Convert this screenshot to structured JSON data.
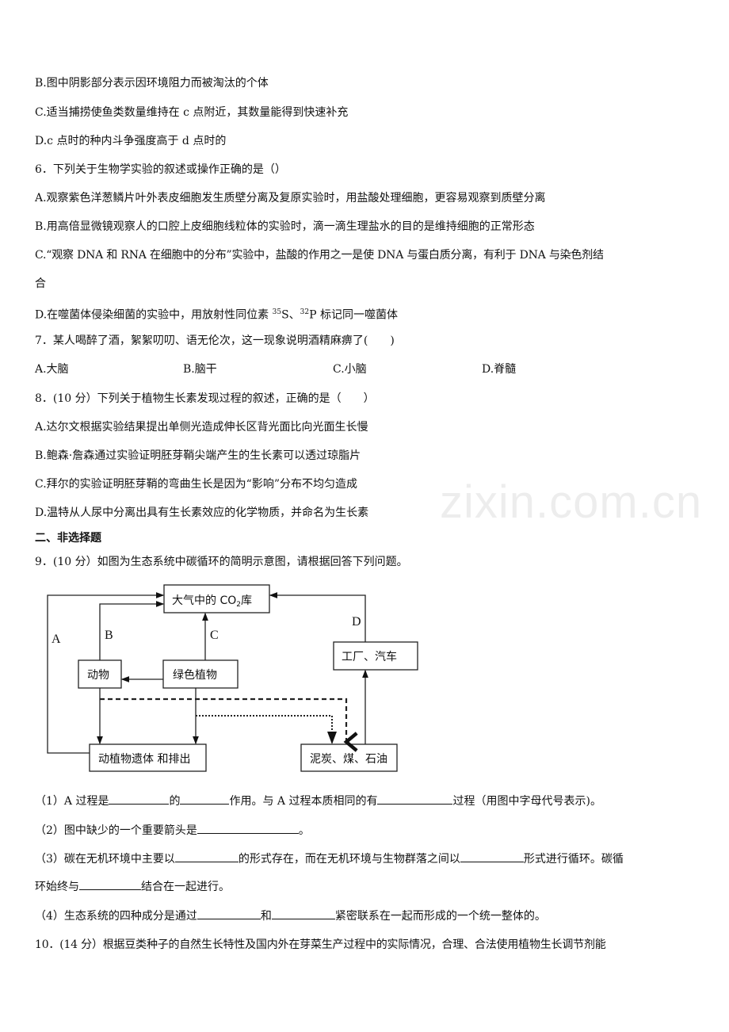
{
  "lines": {
    "q5b": "B.图中阴影部分表示因环境阻力而被淘汰的个体",
    "q5c": "C.适当捕捞使鱼类数量维持在 c 点附近，其数量能得到快速补充",
    "q5d": "D.c 点时的种内斗争强度高于 d 点时的",
    "q6": "6．下列关于生物学实验的叙述或操作正确的是（）",
    "q6a": "A.观察紫色洋葱鳞片叶外表皮细胞发生质壁分离及复原实验时，用盐酸处理细胞，更容易观察到质壁分离",
    "q6b": "B.用高倍显微镜观察人的口腔上皮细胞线粒体的实验时，滴一滴生理盐水的目的是维持细胞的正常形态",
    "q6c1": "C.“观察 DNA 和 RNA 在细胞中的分布”实验中，盐酸的作用之一是使 DNA 与蛋白质分离，有利于 DNA 与染色剂结",
    "q6c2": "合",
    "q6d_pre": "D.在噬菌体侵染细菌的实验中，用放射性同位素 ",
    "q6d_s": "35",
    "q6d_mid": "S、",
    "q6d_p": "32",
    "q6d_post": "P 标记同一噬菌体",
    "q7": "7．某人喝醉了酒，絮絮叨叨、语无伦次，这一现象说明酒精麻痹了(　　)",
    "q7a": "A.大脑",
    "q7b": "B.脑干",
    "q7c": "C.小脑",
    "q7d": "D.脊髓",
    "q8": "8．(10 分）下列关于植物生长素发现过程的叙述，正确的是（　　）",
    "q8a": "A.达尔文根据实验结果提出单侧光造成伸长区背光面比向光面生长慢",
    "q8b": "B.鲍森·詹森通过实验证明胚芽鞘尖端产生的生长素可以透过琼脂片",
    "q8c": "C.拜尔的实验证明胚芽鞘的弯曲生长是因为“影响”分布不均匀造成",
    "q8d": "D.温特从人尿中分离出具有生长素效应的化学物质，并命名为生长素",
    "sec2": "二、非选择题",
    "q9": "9．(10 分）如图为生态系统中碳循环的简明示意图，请根据回答下列问题。",
    "q9_1a": "（1）A 过程是",
    "q9_1b": "的",
    "q9_1c": "作用。与 A 过程本质相同的有",
    "q9_1d": "过程（用图中字母代号表示)。",
    "q9_2a": "（2）图中缺少的一个重要箭头是",
    "q9_2b": "。",
    "q9_3a": "（3）碳在无机环境中主要以",
    "q9_3b": "的形式存在，而在无机环境与生物群落之间以",
    "q9_3c": "形式进行循环。碳循",
    "q9_3d": "环始终与",
    "q9_3e": "结合在一起进行。",
    "q9_4a": "（4）生态系统的四种成分是通过",
    "q9_4b": "和",
    "q9_4c": "紧密联系在一起而形成的一个统一整体的。",
    "q10": "10．(14 分）根据豆类种子的自然生长特性及国内外在芽菜生产过程中的实际情况，合理、合法使用植物生长调节剂能"
  },
  "diagram": {
    "co2_pre": "大气中的 CO",
    "co2_sub": "2",
    "co2_post": "库",
    "animal": "动物",
    "plant": "绿色植物",
    "factory": "工厂、汽车",
    "remains": "动植物遗体 和排出",
    "fossil": "泥炭、煤、石油",
    "label_a": "A",
    "label_b": "B",
    "label_c": "C",
    "label_d": "D"
  },
  "watermark": "zixin.com.cn"
}
